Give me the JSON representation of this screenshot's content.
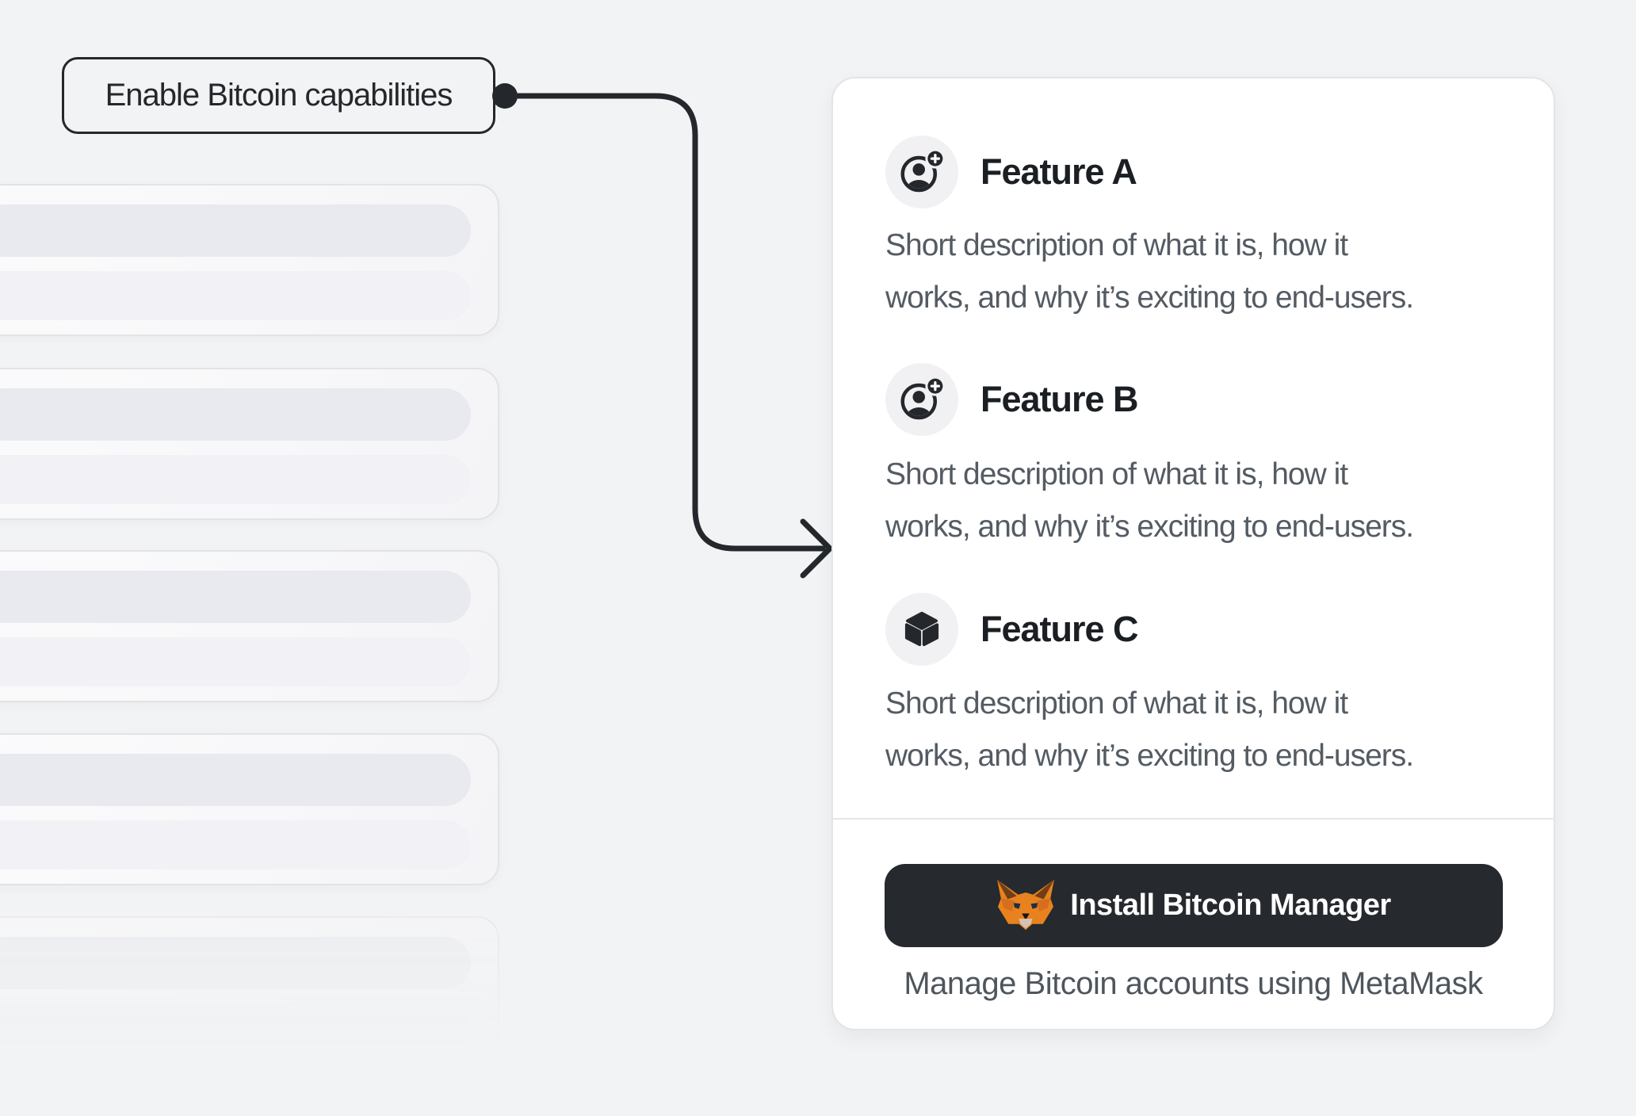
{
  "callout": {
    "label": "Enable Bitcoin capabilities"
  },
  "card": {
    "features": [
      {
        "name": "Feature A",
        "icon": "account-add-icon",
        "description_line1": "Short description of what it is, how it",
        "description_line2": "works, and why it’s exciting to end-users."
      },
      {
        "name": "Feature B",
        "icon": "account-add-icon",
        "description_line1": "Short description of what it is, how it",
        "description_line2": "works, and why it’s exciting to end-users."
      },
      {
        "name": "Feature C",
        "icon": "cube-icon",
        "description_line1": "Short description of what it is, how it",
        "description_line2": "works, and why it’s exciting to end-users."
      }
    ],
    "footer": {
      "button_label": "Install Bitcoin Manager",
      "button_icon": "metamask-fox-icon",
      "caption": "Manage Bitcoin accounts using MetaMask"
    }
  },
  "skeleton_cards_count": 5,
  "colors": {
    "page_background": "#f2f3f4",
    "ink": "#24272b",
    "heading_text": "#1b1f24",
    "body_text": "#545b63",
    "card_border": "#e3e4e8",
    "button_background": "#26292d",
    "button_text": "#ffffff",
    "icon_circle_background": "#f1f1f4",
    "metamask_orange": "#e8821e"
  }
}
